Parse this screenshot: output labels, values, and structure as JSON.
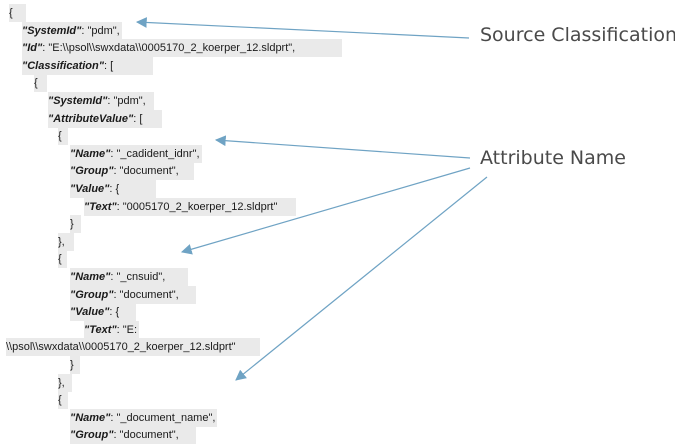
{
  "code": {
    "lines": [
      {
        "pre": "{",
        "key": "",
        "post": ""
      },
      {
        "pre": "",
        "key": "\"SystemId\"",
        "post": ": \"pdm\","
      },
      {
        "pre": "",
        "key": "\"Id\"",
        "post": ": \"E:\\\\psol\\\\swxdata\\\\0005170_2_koerper_12.sldprt\","
      },
      {
        "pre": "",
        "key": "\"Classification\"",
        "post": ": ["
      },
      {
        "pre": "{",
        "key": "",
        "post": ""
      },
      {
        "pre": "",
        "key": "\"SystemId\"",
        "post": ": \"pdm\","
      },
      {
        "pre": "",
        "key": "\"AttributeValue\"",
        "post": ": ["
      },
      {
        "pre": "{",
        "key": "",
        "post": ""
      },
      {
        "pre": "",
        "key": "\"Name\"",
        "post": ": \"_cadident_idnr\","
      },
      {
        "pre": "",
        "key": "\"Group\"",
        "post": ": \"document\","
      },
      {
        "pre": "",
        "key": "\"Value\"",
        "post": ": {"
      },
      {
        "pre": "",
        "key": "\"Text\"",
        "post": ": \"0005170_2_koerper_12.sldprt\""
      },
      {
        "pre": "}",
        "key": "",
        "post": ""
      },
      {
        "pre": "},",
        "key": "",
        "post": ""
      },
      {
        "pre": "{",
        "key": "",
        "post": ""
      },
      {
        "pre": "",
        "key": "\"Name\"",
        "post": ": \"_cnsuid\","
      },
      {
        "pre": "",
        "key": "\"Group\"",
        "post": ": \"document\","
      },
      {
        "pre": "",
        "key": "\"Value\"",
        "post": ": {"
      },
      {
        "pre": "",
        "key": "\"Text\"",
        "post": ": \"E:"
      },
      {
        "pre": "\\\\psol\\\\swxdata\\\\0005170_2_koerper_12.sldprt\"",
        "key": "",
        "post": ""
      },
      {
        "pre": "}",
        "key": "",
        "post": ""
      },
      {
        "pre": "},",
        "key": "",
        "post": ""
      },
      {
        "pre": "{",
        "key": "",
        "post": ""
      },
      {
        "pre": "",
        "key": "\"Name\"",
        "post": ": \"_document_name\","
      },
      {
        "pre": "",
        "key": "\"Group\"",
        "post": ": \"document\","
      }
    ]
  },
  "annotations": {
    "source_classification": "Source Classification",
    "attribute_name": "Attribute Name"
  },
  "colors": {
    "arrow": "#6fa3c4",
    "shade": "#eaeaea",
    "label": "#4a4a4a"
  }
}
